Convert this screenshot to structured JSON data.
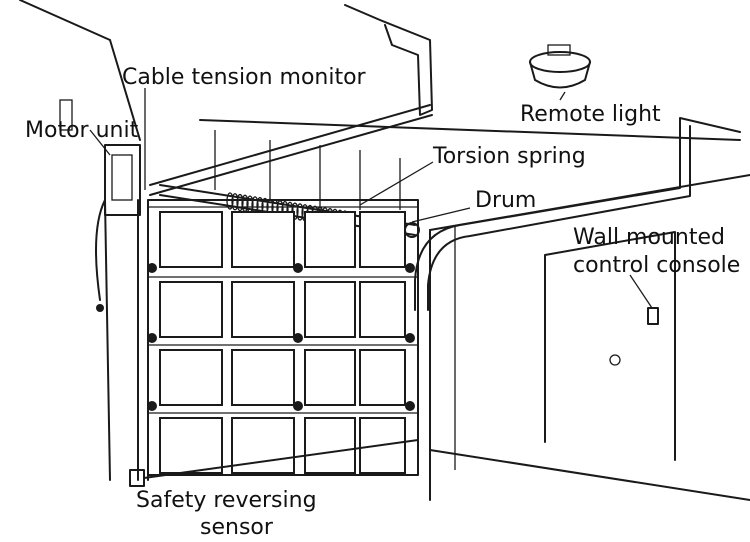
{
  "labels": {
    "cable_tension_monitor": "Cable tension monitor",
    "motor_unit": "Motor unit",
    "remote_light": "Remote light",
    "torsion_spring": "Torsion spring",
    "drum": "Drum",
    "wall_console_line1": "Wall mounted",
    "wall_console_line2": "control console",
    "safety_sensor_line1": "Safety reversing",
    "safety_sensor_line2": "sensor"
  },
  "colors": {
    "ink": "#1a1a1a",
    "paper": "#ffffff"
  },
  "icons": [
    "remote-light-icon",
    "motor-unit-icon",
    "torsion-spring-icon",
    "wall-console-icon",
    "safety-sensor-icon"
  ]
}
